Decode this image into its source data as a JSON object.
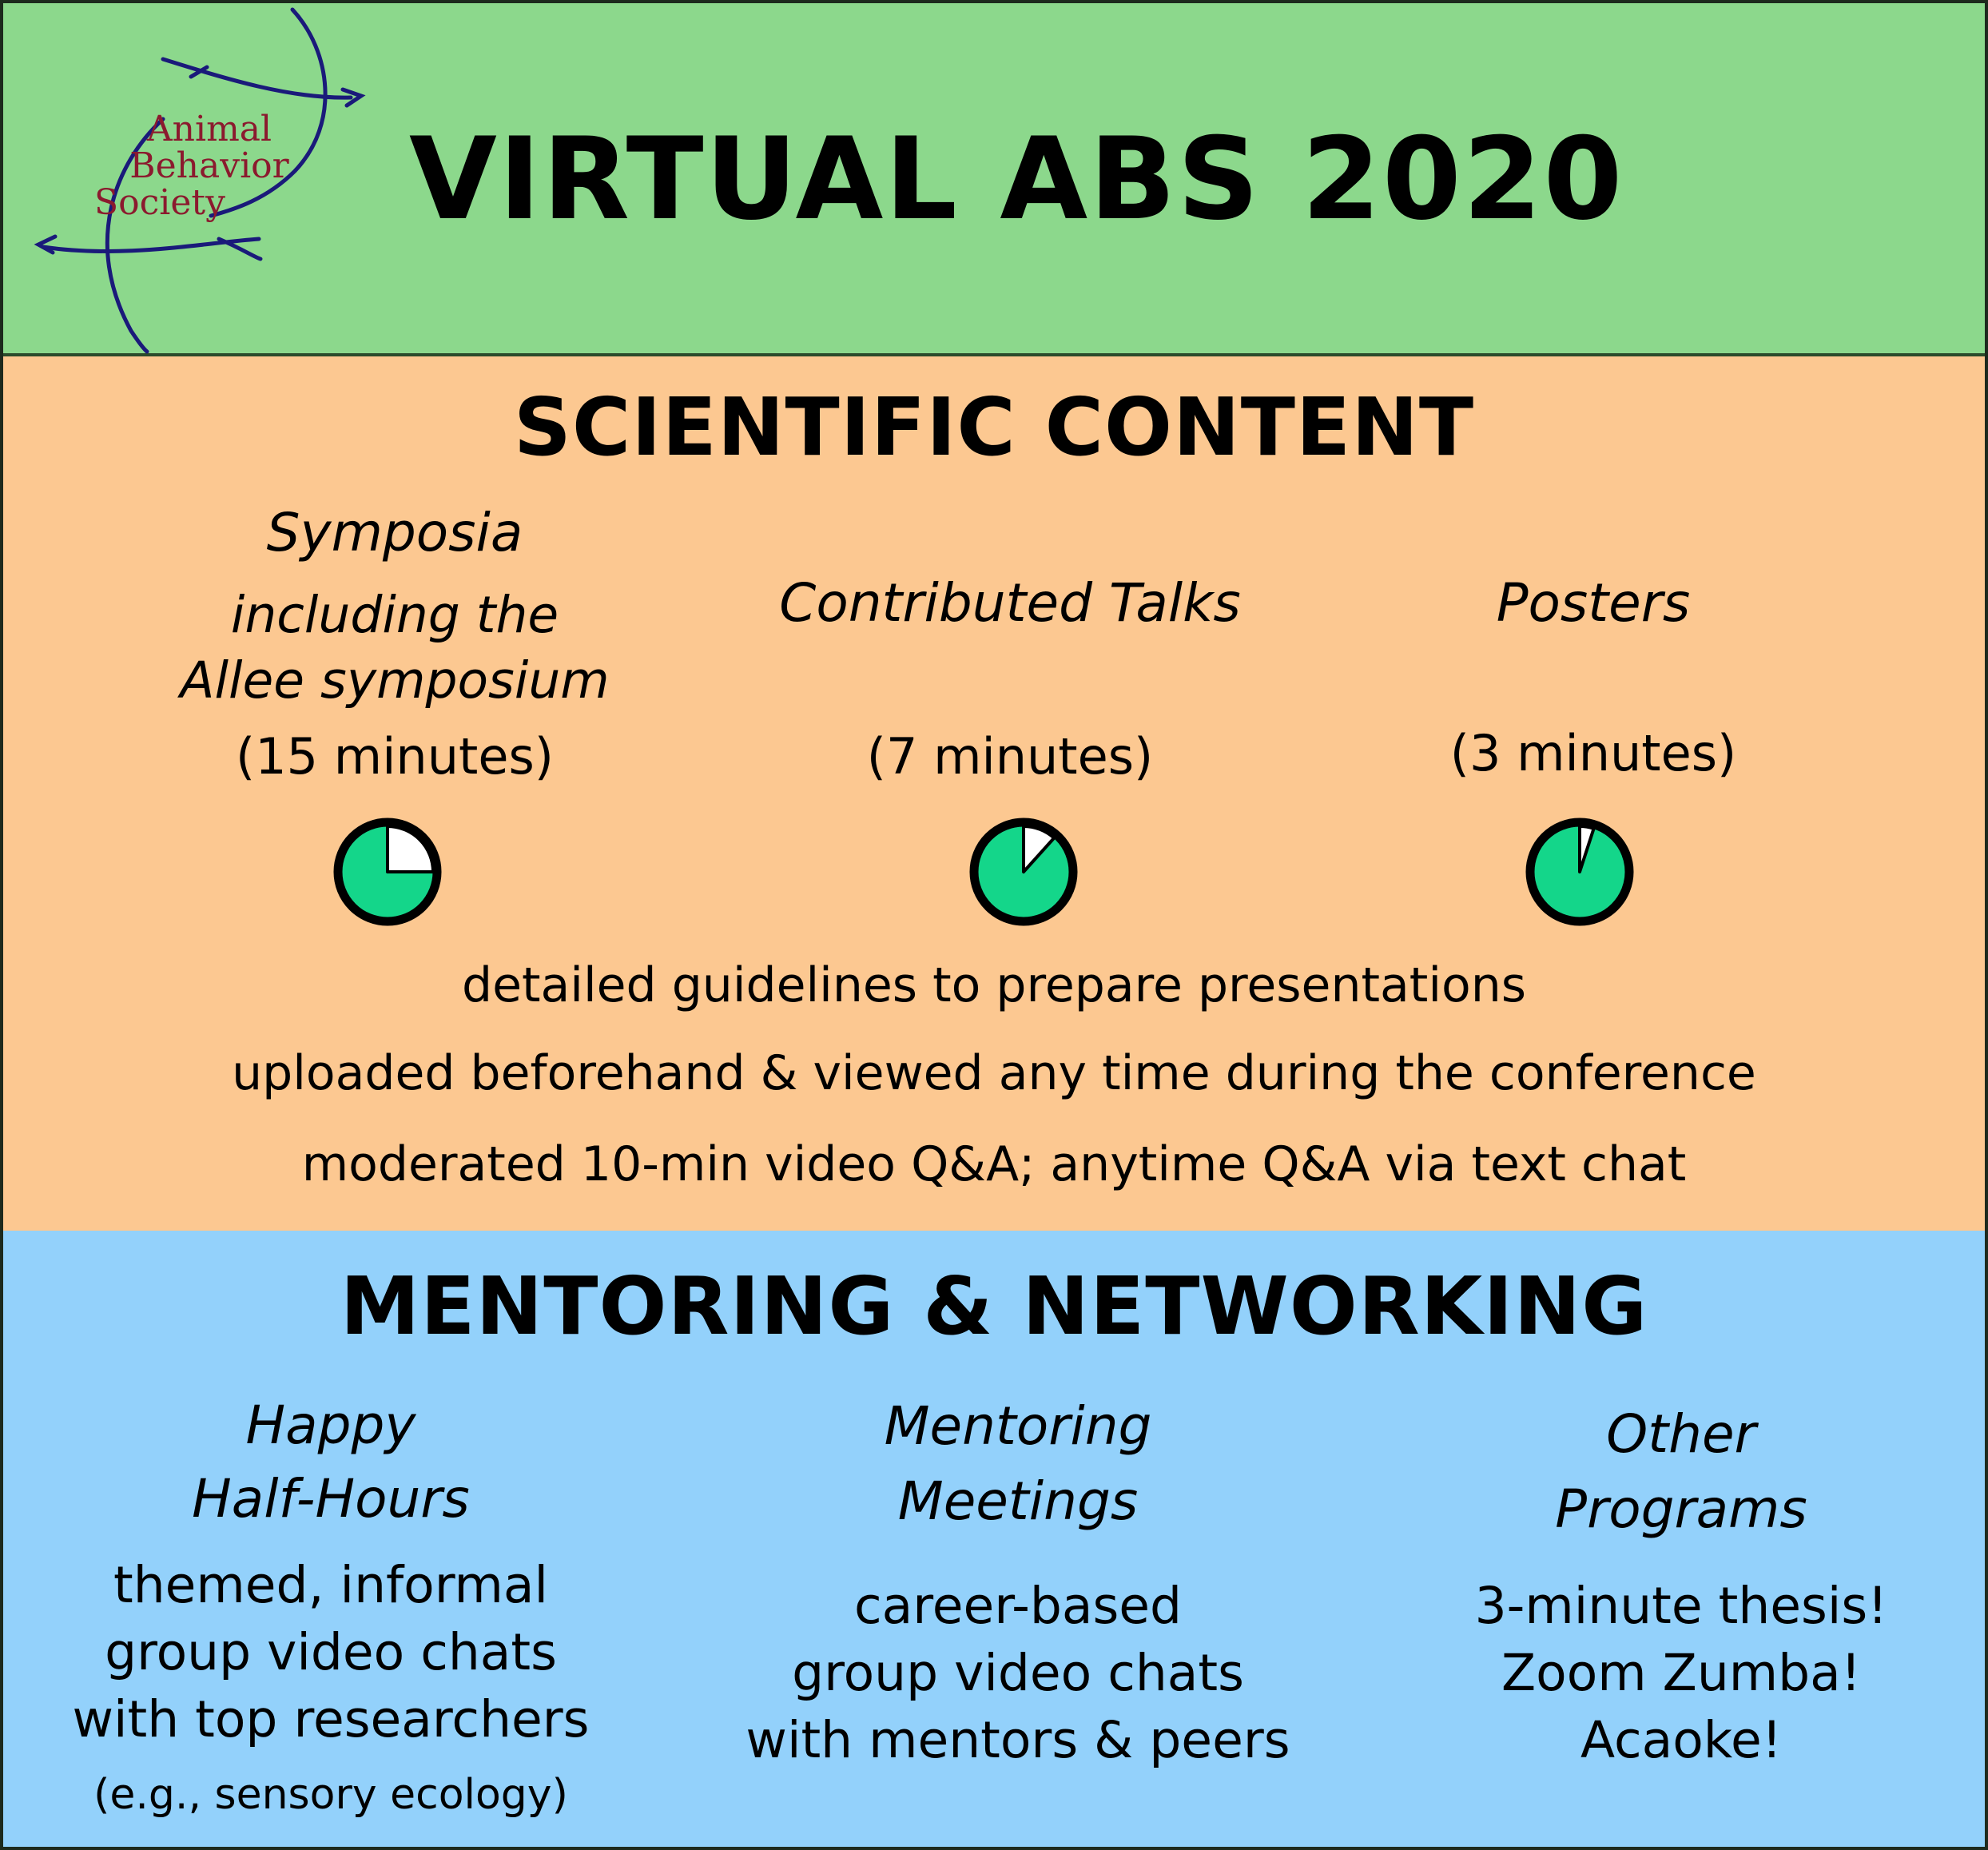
{
  "header": {
    "logo_text": [
      "Animal",
      "Behavior",
      "Society"
    ],
    "title": "VIRTUAL ABS 2020"
  },
  "scientific": {
    "title": "SCIENTIFIC CONTENT",
    "types": [
      {
        "name_lines": [
          "Symposia",
          "including the",
          "Allee symposium"
        ],
        "duration": "(15 minutes)",
        "clock_fraction": 0.25
      },
      {
        "name_lines": [
          "Contributed Talks"
        ],
        "duration": "(7 minutes)",
        "clock_fraction": 0.1167
      },
      {
        "name_lines": [
          "Posters"
        ],
        "duration": "(3 minutes)",
        "clock_fraction": 0.05
      }
    ],
    "guidelines": [
      "detailed guidelines to prepare presentations",
      "uploaded beforehand & viewed any time during the conference",
      "moderated 10-min video Q&A; anytime Q&A via text chat"
    ]
  },
  "mentoring": {
    "title": "MENTORING & NETWORKING",
    "columns": [
      {
        "heading": [
          "Happy",
          "Half-Hours"
        ],
        "body": [
          "themed, informal",
          "group video chats",
          "with top researchers"
        ],
        "note": "(e.g., sensory ecology)"
      },
      {
        "heading": [
          "Mentoring",
          "Meetings"
        ],
        "body": [
          "career-based",
          "group video chats",
          "with mentors & peers"
        ]
      },
      {
        "heading": [
          "Other",
          "Programs"
        ],
        "body": [
          "3-minute thesis!",
          "Zoom Zumba!",
          "Acaoke!"
        ]
      }
    ]
  },
  "colors": {
    "header_bg": "#8cd88c",
    "scientific_bg": "#fcc891",
    "mentoring_bg": "#93d1fb",
    "clock_fill": "#14d68a",
    "logo_lines": "#1a1a7a",
    "logo_text": "#8b1a2e"
  }
}
